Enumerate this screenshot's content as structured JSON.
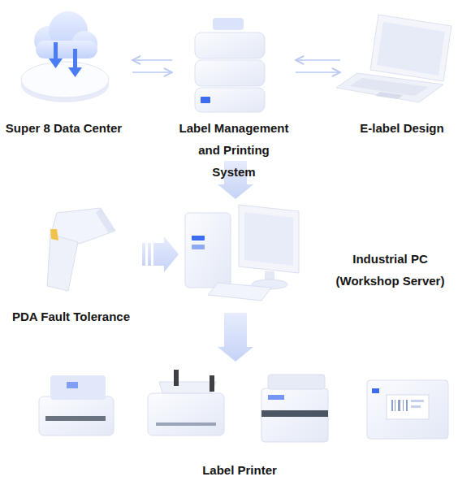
{
  "diagram": {
    "nodes": [
      {
        "text": [
          "Super 8 Data Center"
        ]
      },
      {
        "text": [
          "Label Management and Printing System"
        ]
      },
      {
        "text": [
          "E-label Design"
        ]
      },
      {
        "text": [
          "PDA Fault Tolerance"
        ]
      },
      {
        "text": [
          "Industrial PC (Workshop Server)"
        ]
      },
      {
        "text": [
          "Label Printer"
        ]
      }
    ],
    "edges": [
      {
        "from": 1,
        "to": 0,
        "arrow": "to"
      },
      {
        "from": 0,
        "to": 1,
        "arrow": "to"
      },
      {
        "from": 2,
        "to": 1,
        "arrow": "to"
      },
      {
        "from": 1,
        "to": 2,
        "arrow": "to"
      },
      {
        "from": 1,
        "to": 4,
        "arrow": "to"
      },
      {
        "from": 3,
        "to": 4,
        "arrow": "to"
      },
      {
        "from": 4,
        "to": 5,
        "arrow": "to"
      }
    ]
  }
}
